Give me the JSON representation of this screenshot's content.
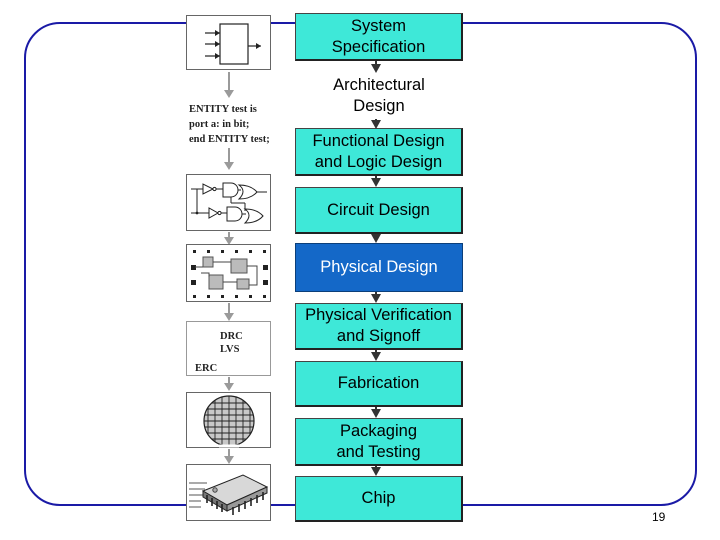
{
  "stages": [
    {
      "label": "System\nSpecification",
      "style": "aqua"
    },
    {
      "label": "Architectural\nDesign",
      "style": "aqua"
    },
    {
      "label": "Functional Design\nand Logic Design",
      "style": "aqua"
    },
    {
      "label": "Circuit Design",
      "style": "aqua"
    },
    {
      "label": "Physical Design",
      "style": "active"
    },
    {
      "label": "Physical Verification\nand Signoff",
      "style": "aqua"
    },
    {
      "label": "Fabrication",
      "style": "aqua"
    },
    {
      "label": "Packaging\nand Testing",
      "style": "aqua"
    },
    {
      "label": "Chip",
      "style": "aqua"
    }
  ],
  "side_illustrations": {
    "spec": "block-with-io-arrows-icon",
    "hdl_code": "ENTITY test is\nport a: in bit;\nend ENTITY test;",
    "logic": "logic-gate-schematic-icon",
    "layout": "layout-floorplan-icon",
    "verification_checks": "DRC\nLVS",
    "erc": "ERC",
    "wafer": "wafer-icon",
    "chip": "ic-chip-icon"
  },
  "colors": {
    "stage_fill": "#3ee8d8",
    "active_fill": "#1468c8",
    "frame": "#1a1aa6"
  },
  "page_number": "19"
}
